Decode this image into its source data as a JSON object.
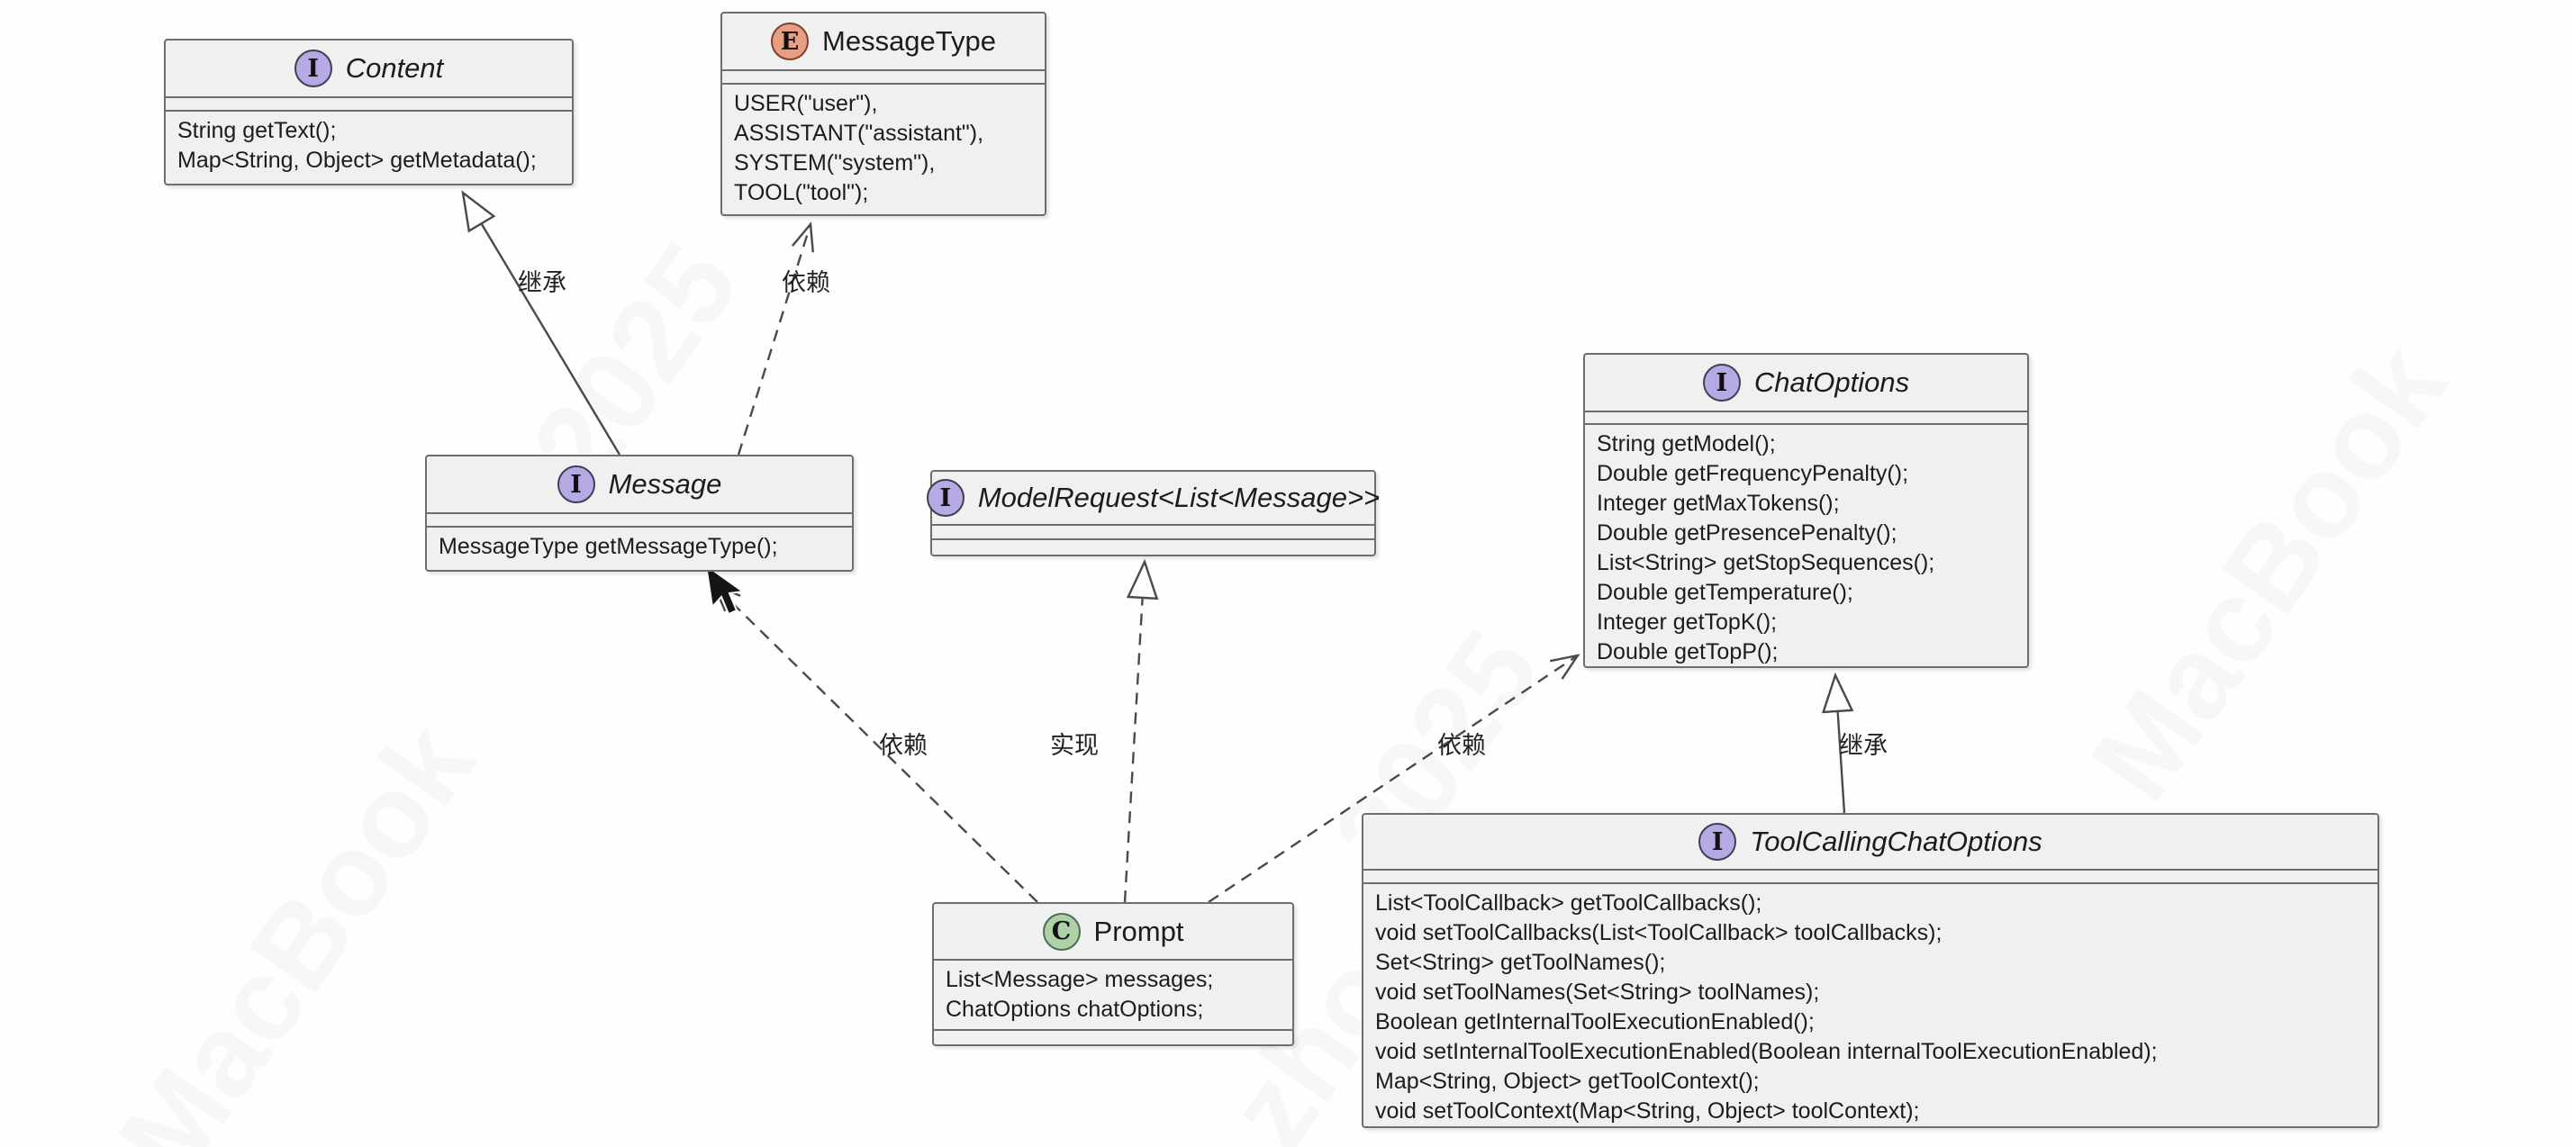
{
  "colors": {
    "canvas": "#fefefe",
    "box-fill": "#f0f0f0",
    "box-border": "#6e6e6e",
    "badge-interface": "#b6a9e4",
    "badge-enum": "#e89e83",
    "badge-class": "#aed1a7",
    "line": "#4a4a4a",
    "text": "#1c1c1c"
  },
  "watermarks": [
    "MacBook",
    "2025",
    "zhou",
    "MacBook",
    "2025"
  ],
  "classes": [
    {
      "stereotype": "I",
      "kind": "interface",
      "name": "Content",
      "members": [
        "String getText();",
        "Map<String, Object> getMetadata();"
      ]
    },
    {
      "stereotype": "E",
      "kind": "enum",
      "name": "MessageType",
      "members": [
        "USER(\"user\"),",
        "ASSISTANT(\"assistant\"),",
        "SYSTEM(\"system\"),",
        "TOOL(\"tool\");"
      ]
    },
    {
      "stereotype": "I",
      "kind": "interface",
      "name": "Message",
      "members": [
        "MessageType getMessageType();"
      ]
    },
    {
      "stereotype": "I",
      "kind": "interface",
      "name": "ModelRequest<List<Message>>",
      "members": []
    },
    {
      "stereotype": "I",
      "kind": "interface",
      "name": "ChatOptions",
      "members": [
        "String getModel();",
        "Double getFrequencyPenalty();",
        "Integer getMaxTokens();",
        "Double getPresencePenalty();",
        "List<String> getStopSequences();",
        "Double getTemperature();",
        "Integer getTopK();",
        "Double getTopP();"
      ]
    },
    {
      "stereotype": "I",
      "kind": "interface",
      "name": "ToolCallingChatOptions",
      "members": [
        "List<ToolCallback> getToolCallbacks();",
        "void setToolCallbacks(List<ToolCallback> toolCallbacks);",
        "Set<String> getToolNames();",
        "void setToolNames(Set<String> toolNames);",
        "Boolean getInternalToolExecutionEnabled();",
        "void setInternalToolExecutionEnabled(Boolean internalToolExecutionEnabled);",
        "Map<String, Object> getToolContext();",
        "void setToolContext(Map<String, Object> toolContext);"
      ]
    },
    {
      "stereotype": "C",
      "kind": "class",
      "name": "Prompt",
      "members": [
        "List<Message> messages;",
        "ChatOptions chatOptions;"
      ]
    }
  ],
  "edges": [
    {
      "from": "Message",
      "to": "Content",
      "label": "继承",
      "type": "inheritance"
    },
    {
      "from": "Message",
      "to": "MessageType",
      "label": "依赖",
      "type": "dependency"
    },
    {
      "from": "Prompt",
      "to": "Message",
      "label": "依赖",
      "type": "dependency"
    },
    {
      "from": "Prompt",
      "to": "ModelRequest<List<Message>>",
      "label": "实现",
      "type": "realization"
    },
    {
      "from": "Prompt",
      "to": "ChatOptions",
      "label": "依赖",
      "type": "dependency"
    },
    {
      "from": "ToolCallingChatOptions",
      "to": "ChatOptions",
      "label": "继承",
      "type": "inheritance"
    }
  ]
}
